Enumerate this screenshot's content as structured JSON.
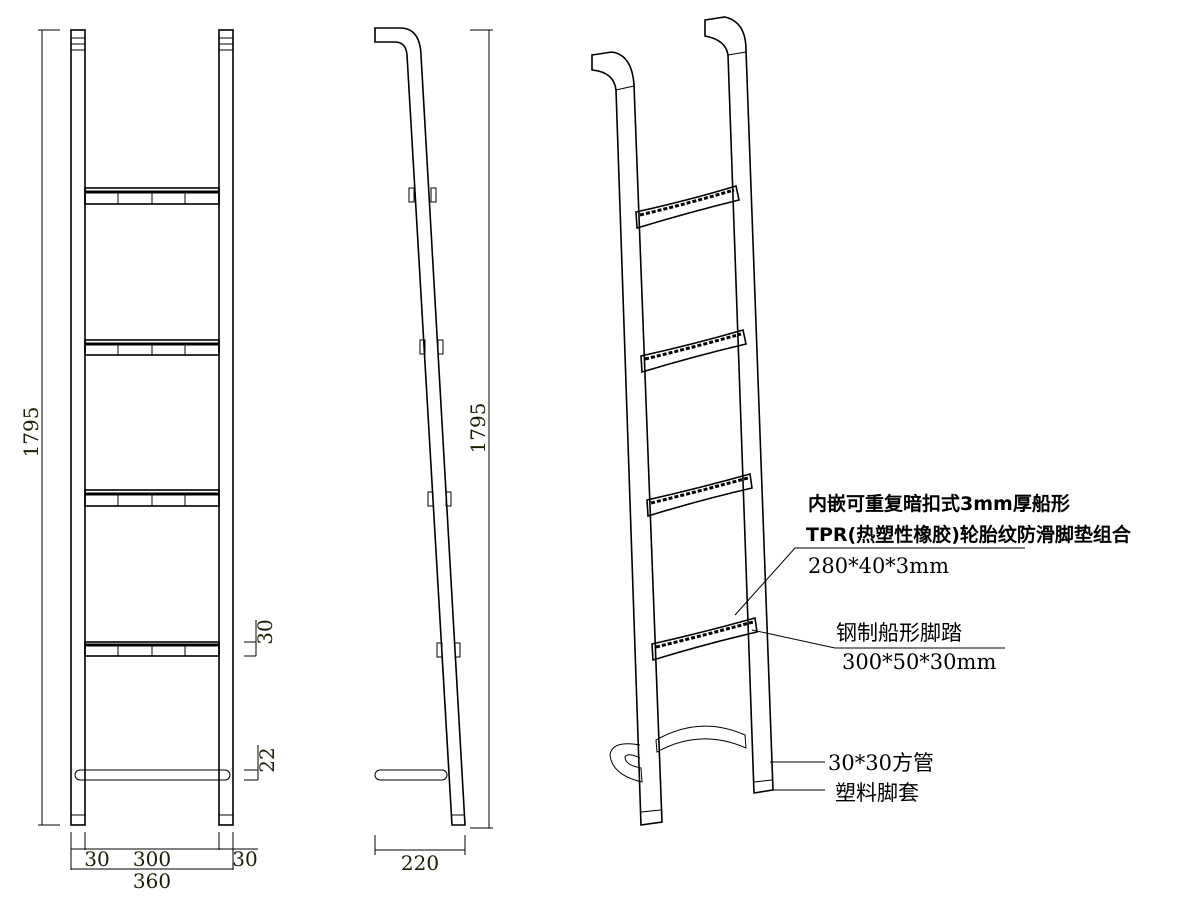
{
  "front_view": {
    "height_dim": "1795",
    "rung_gap_dim": "30",
    "bar_dim": "22",
    "width_left": "30",
    "width_mid": "300",
    "width_right": "30",
    "width_total": "360"
  },
  "side_view": {
    "height_dim": "1795",
    "depth_dim": "220"
  },
  "annotations": {
    "pad_line1": "内嵌可重复暗扣式3mm厚船形",
    "pad_line2": "TPR(热塑性橡胶)轮胎纹防滑脚垫组合",
    "pad_size": "280*40*3mm",
    "step_name": "钢制船形脚踏",
    "step_size": "300*50*30mm",
    "tube": "30*30方管",
    "foot_cap": "塑料脚套"
  }
}
